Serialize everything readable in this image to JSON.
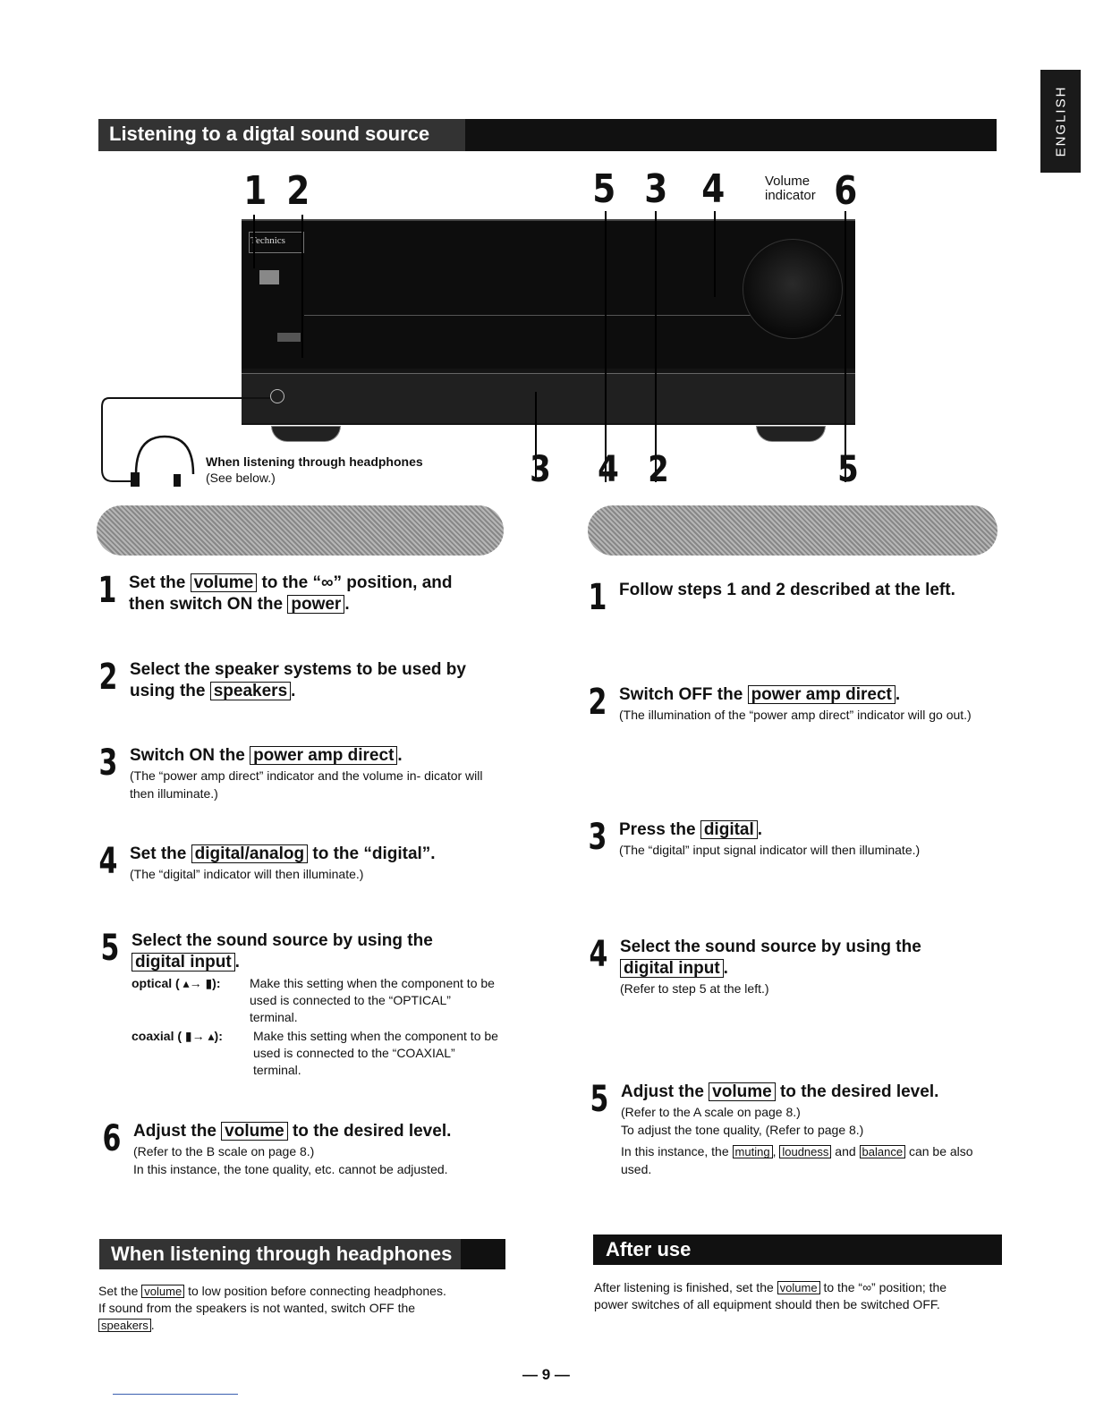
{
  "side_tab": "ENGLISH",
  "header": {
    "title": "Listening to a digtal sound source"
  },
  "diagram": {
    "top_numbers_left": [
      "1",
      "2"
    ],
    "top_numbers_right": [
      "5",
      "3",
      "4"
    ],
    "top_number_6": "6",
    "volume_indicator": [
      "Volume",
      "indicator"
    ],
    "bottom_numbers": [
      "3",
      "4",
      "2",
      "5"
    ],
    "brand": "Technics",
    "headphone_caption": "When listening through headphones",
    "headphone_sub": "(See below.)"
  },
  "left_steps": {
    "s1": {
      "num": "1",
      "a": "Set the",
      "b1": "volume",
      "c": "to the “∞” position, and",
      "d": "then switch ON the",
      "b2": "power",
      "e": "."
    },
    "s2": {
      "num": "2",
      "a": "Select the speaker systems to be used by",
      "b": "using the",
      "btn": "speakers",
      "e": "."
    },
    "s3": {
      "num": "3",
      "a": "Switch ON the",
      "btn": "power amp direct",
      "e": ".",
      "note": "(The “power amp direct” indicator and the volume in- dicator will then illuminate.)"
    },
    "s4": {
      "num": "4",
      "a": "Set the",
      "btn": "digital/analog",
      "c": "to the “digital”.",
      "note": "(The “digital” indicator will then illuminate.)"
    },
    "s5": {
      "num": "5",
      "a": "Select the sound source by using the",
      "btn": "digital input",
      "e": ".",
      "optical_label": "optical ( ▴→ ▮):",
      "optical_text": "Make this setting when the component to be used is connected to the “OPTICAL” terminal.",
      "coaxial_label": "coaxial ( ▮→ ▴):",
      "coaxial_text": "Make this setting when the component to be used is connected to the “COAXIAL” terminal."
    },
    "s6": {
      "num": "6",
      "a": "Adjust the",
      "btn": "volume",
      "c": "to the desired level.",
      "note1": "(Refer to the B scale on page 8.)",
      "note2": "In this instance, the tone quality, etc. cannot be adjusted."
    }
  },
  "right_steps": {
    "s1": {
      "num": "1",
      "a": "Follow steps 1 and 2 described at the left."
    },
    "s2": {
      "num": "2",
      "a": "Switch OFF the",
      "btn": "power amp direct",
      "e": ".",
      "note": "(The illumination of the “power amp direct” indicator will go out.)"
    },
    "s3": {
      "num": "3",
      "a": "Press the",
      "btn": "digital",
      "e": ".",
      "note": "(The “digital” input signal indicator will then illuminate.)"
    },
    "s4": {
      "num": "4",
      "a": "Select the sound source by using the",
      "btn": "digital input",
      "e": ".",
      "note": "(Refer to step 5 at the left.)"
    },
    "s5": {
      "num": "5",
      "a": "Adjust the",
      "btn": "volume",
      "c": "to the desired level.",
      "note1": "(Refer to the A scale on page 8.)",
      "note2": "To adjust the tone quality, (Refer to page 8.)",
      "note3a": "In this instance, the",
      "b1": "muting",
      "sep": ",",
      "b2": "loudness",
      "and": "and",
      "b3": "balance",
      "note3b": "can be also used."
    }
  },
  "headphones": {
    "title": "When listening through headphones",
    "t1": "Set the",
    "b1": "volume",
    "t2": "to low position before connecting headphones.",
    "t3": "If sound from the speakers is not wanted, switch OFF the",
    "b2": "speakers",
    "t4": "."
  },
  "after_use": {
    "title": "After use",
    "t1": "After listening is finished, set the",
    "b1": "volume",
    "t2": "to the “∞” position; the",
    "t3": "power switches of all equipment should then be switched OFF."
  },
  "page_number": "— 9 —"
}
